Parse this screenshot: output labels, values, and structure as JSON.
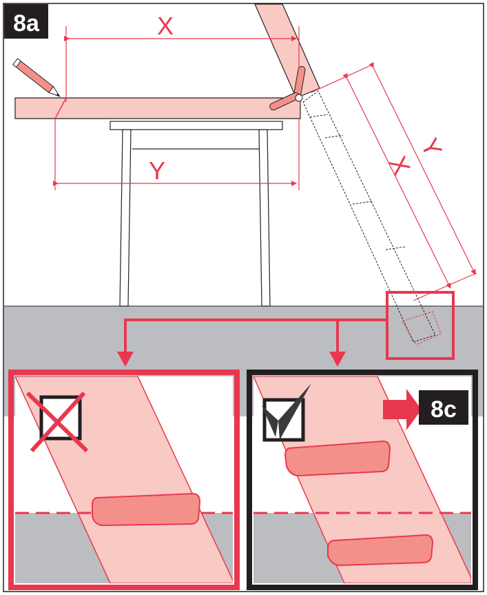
{
  "step_badge": "8a",
  "next_step_badge": "8c",
  "dimensions": {
    "x_label": "X",
    "y_label": "Y"
  },
  "panels": {
    "incorrect": {
      "icon": "x-mark-icon"
    },
    "correct": {
      "icon": "check-mark-icon"
    }
  },
  "colors": {
    "accent_red": "#e8384f",
    "pink_fill": "#f9c9c4",
    "pad_fill": "#f4908a",
    "floor_gray": "#bcbdc0",
    "outline": "#231f20",
    "badge_bg": "#231f20",
    "badge_text": "#ffffff"
  }
}
